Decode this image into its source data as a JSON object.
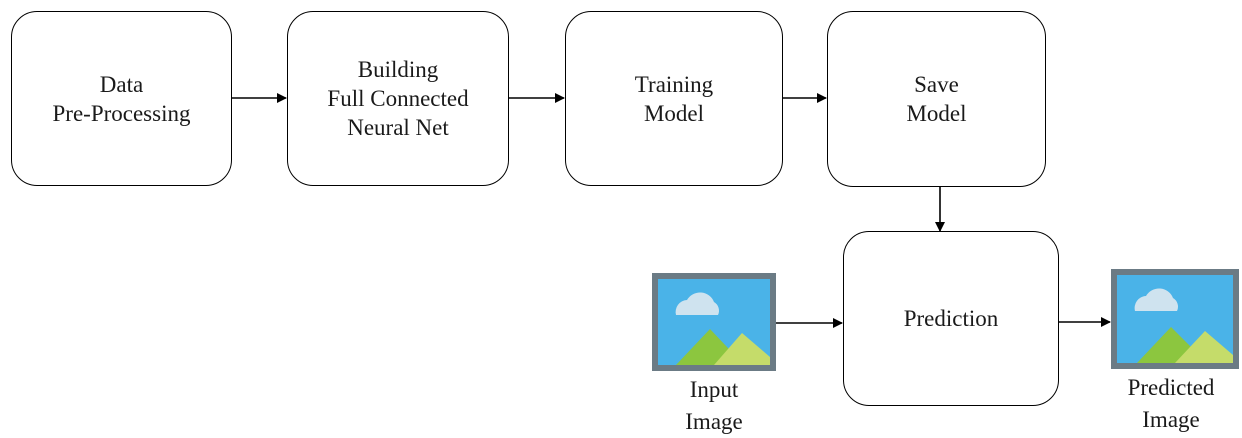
{
  "steps": {
    "data_preprocessing": "Data\nPre-Processing",
    "building_network": "Building\nFull Connected\nNeural Net",
    "training_model": "Training\nModel",
    "save_model": "Save\nModel",
    "prediction": "Prediction"
  },
  "images": {
    "input_caption": "Input\nImage",
    "output_caption": "Predicted\nImage",
    "icon": "image-icon"
  },
  "colors": {
    "box_border": "#000000",
    "arrow": "#000000",
    "image_frame": "#6b7b85",
    "image_sky": "#4ab3e8",
    "image_cloud": "#cfe3ef",
    "image_hill_dark": "#8cc63f",
    "image_hill_light": "#c5dc6a"
  }
}
